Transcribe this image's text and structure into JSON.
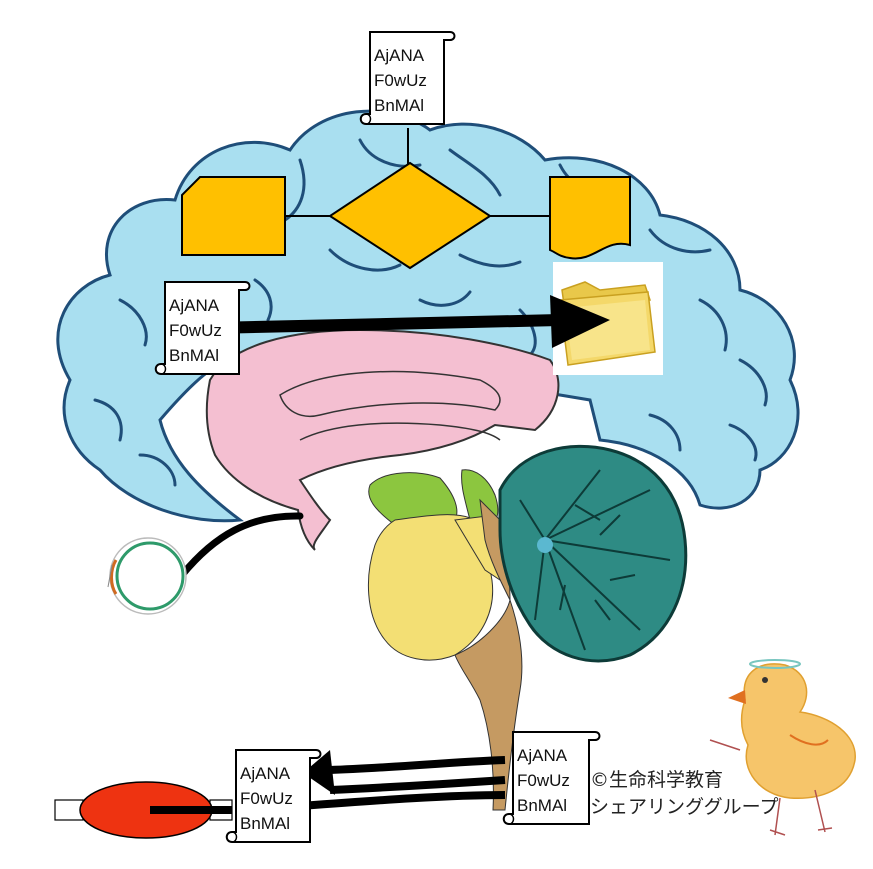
{
  "scrolls": [
    {
      "id": "top",
      "lines": [
        "AjANA",
        "F0wUz",
        "BnMAl"
      ]
    },
    {
      "id": "left",
      "lines": [
        "AjANA",
        "F0wUz",
        "BnMAl"
      ]
    },
    {
      "id": "bottom-right",
      "lines": [
        "AjANA",
        "F0wUz",
        "BnMAl"
      ]
    },
    {
      "id": "bottom-left",
      "lines": [
        "AjANA",
        "F0wUz",
        "BnMAl"
      ]
    }
  ],
  "credit": {
    "line1": "©生命科学教育",
    "line2": "シェアリンググループ"
  },
  "colors": {
    "cerebrum": "#a9dff0",
    "limbic": "#f4bfd1",
    "thalamus": "#8cc63f",
    "midbrain": "#f3df74",
    "pons": "#f3df74",
    "medulla": "#c59a62",
    "cerebellum": "#2e8b84",
    "flowchart": "#ffc000",
    "muscle": "#ee3311"
  },
  "icons": [
    "folder-icon",
    "eye-icon",
    "muscle-icon",
    "chick-icon"
  ]
}
